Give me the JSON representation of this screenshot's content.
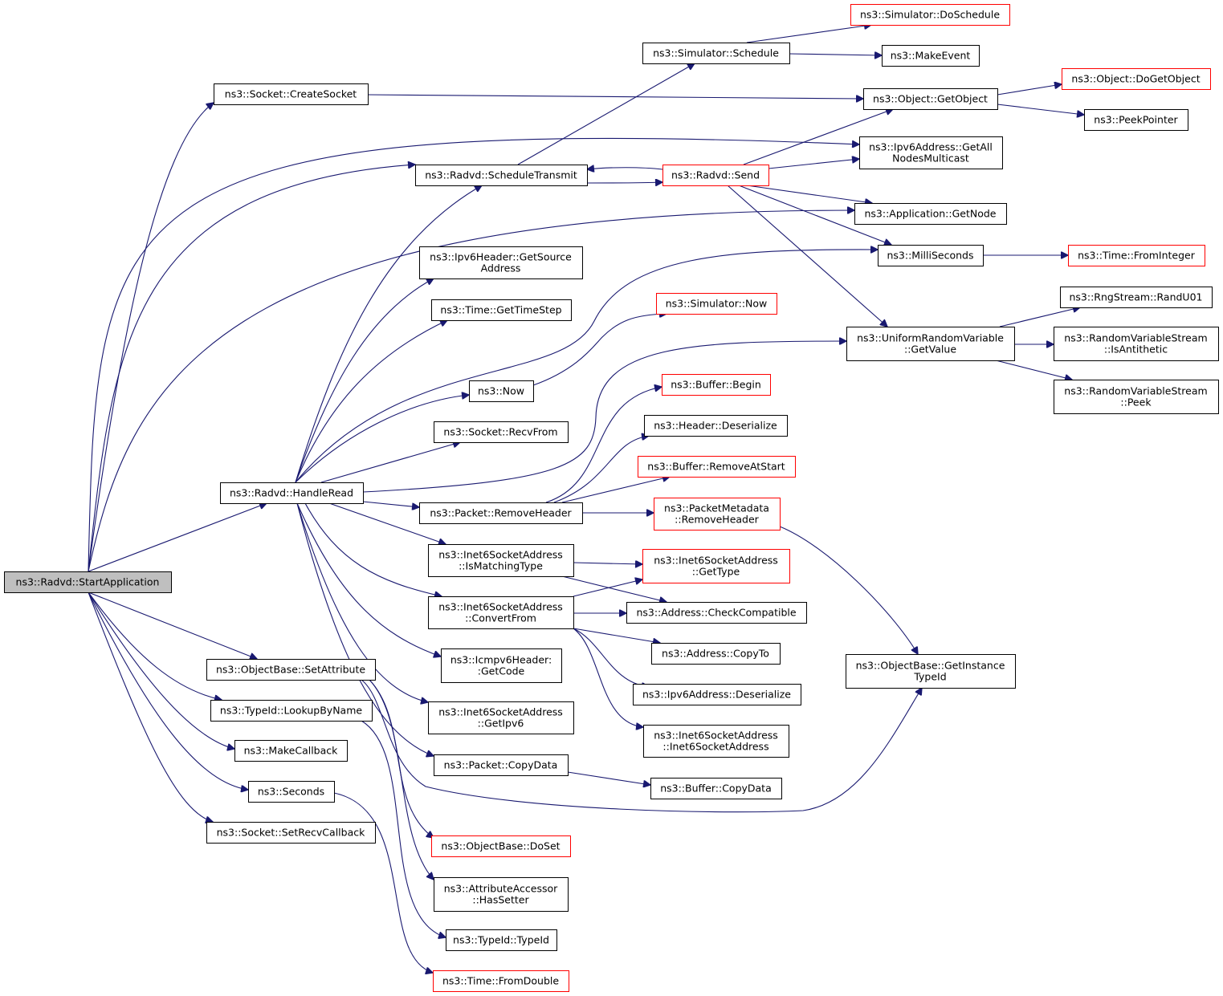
{
  "diagram": {
    "type": "call-graph",
    "edge_color": "#191970",
    "truncated_border_color": "#ff0000",
    "root_fill": "#bfbfbf",
    "nodes": [
      {
        "id": "root",
        "lines": [
          "ns3::Radvd::StartApplication"
        ],
        "kind": "root"
      },
      {
        "id": "createsocket",
        "lines": [
          "ns3::Socket::CreateSocket"
        ],
        "kind": "normal"
      },
      {
        "id": "scheduletransmit",
        "lines": [
          "ns3::Radvd::ScheduleTransmit"
        ],
        "kind": "normal"
      },
      {
        "id": "handleread",
        "lines": [
          "ns3::Radvd::HandleRead"
        ],
        "kind": "normal"
      },
      {
        "id": "setattribute",
        "lines": [
          "ns3::ObjectBase::SetAttribute"
        ],
        "kind": "normal"
      },
      {
        "id": "lookupbyname",
        "lines": [
          "ns3::TypeId::LookupByName"
        ],
        "kind": "normal"
      },
      {
        "id": "makecallback",
        "lines": [
          "ns3::MakeCallback"
        ],
        "kind": "normal"
      },
      {
        "id": "seconds",
        "lines": [
          "ns3::Seconds"
        ],
        "kind": "normal"
      },
      {
        "id": "setrecvcallback",
        "lines": [
          "ns3::Socket::SetRecvCallback"
        ],
        "kind": "normal"
      },
      {
        "id": "schedule",
        "lines": [
          "ns3::Simulator::Schedule"
        ],
        "kind": "normal"
      },
      {
        "id": "doschedule",
        "lines": [
          "ns3::Simulator::DoSchedule"
        ],
        "kind": "truncated"
      },
      {
        "id": "makeevent",
        "lines": [
          "ns3::MakeEvent"
        ],
        "kind": "normal"
      },
      {
        "id": "getobject",
        "lines": [
          "ns3::Object::GetObject"
        ],
        "kind": "normal"
      },
      {
        "id": "dogetobject",
        "lines": [
          "ns3::Object::DoGetObject"
        ],
        "kind": "truncated"
      },
      {
        "id": "peekpointer",
        "lines": [
          "ns3::PeekPointer"
        ],
        "kind": "normal"
      },
      {
        "id": "getallnodes",
        "lines": [
          "ns3::Ipv6Address::GetAll",
          "NodesMulticast"
        ],
        "kind": "normal"
      },
      {
        "id": "send",
        "lines": [
          "ns3::Radvd::Send"
        ],
        "kind": "truncated"
      },
      {
        "id": "getnode",
        "lines": [
          "ns3::Application::GetNode"
        ],
        "kind": "normal"
      },
      {
        "id": "milliseconds",
        "lines": [
          "ns3::MilliSeconds"
        ],
        "kind": "normal"
      },
      {
        "id": "frominteger",
        "lines": [
          "ns3::Time::FromInteger"
        ],
        "kind": "truncated"
      },
      {
        "id": "getsourceaddr",
        "lines": [
          "ns3::Ipv6Header::GetSource",
          "Address"
        ],
        "kind": "normal"
      },
      {
        "id": "gettimestep",
        "lines": [
          "ns3::Time::GetTimeStep"
        ],
        "kind": "normal"
      },
      {
        "id": "simnow",
        "lines": [
          "ns3::Simulator::Now"
        ],
        "kind": "truncated"
      },
      {
        "id": "randu01",
        "lines": [
          "ns3::RngStream::RandU01"
        ],
        "kind": "normal"
      },
      {
        "id": "getvalue",
        "lines": [
          "ns3::UniformRandomVariable",
          "::GetValue"
        ],
        "kind": "normal"
      },
      {
        "id": "isantithetic",
        "lines": [
          "ns3::RandomVariableStream",
          "::IsAntithetic"
        ],
        "kind": "normal"
      },
      {
        "id": "now",
        "lines": [
          "ns3::Now"
        ],
        "kind": "normal"
      },
      {
        "id": "peek",
        "lines": [
          "ns3::RandomVariableStream",
          "::Peek"
        ],
        "kind": "normal"
      },
      {
        "id": "bufbegin",
        "lines": [
          "ns3::Buffer::Begin"
        ],
        "kind": "truncated"
      },
      {
        "id": "recvfrom",
        "lines": [
          "ns3::Socket::RecvFrom"
        ],
        "kind": "normal"
      },
      {
        "id": "hdrdeserialize",
        "lines": [
          "ns3::Header::Deserialize"
        ],
        "kind": "normal"
      },
      {
        "id": "removeatstart",
        "lines": [
          "ns3::Buffer::RemoveAtStart"
        ],
        "kind": "truncated"
      },
      {
        "id": "removeheader",
        "lines": [
          "ns3::Packet::RemoveHeader"
        ],
        "kind": "normal"
      },
      {
        "id": "pmremoveheader",
        "lines": [
          "ns3::PacketMetadata",
          "::RemoveHeader"
        ],
        "kind": "truncated"
      },
      {
        "id": "ismatchingtype",
        "lines": [
          "ns3::Inet6SocketAddress",
          "::IsMatchingType"
        ],
        "kind": "normal"
      },
      {
        "id": "gettype",
        "lines": [
          "ns3::Inet6SocketAddress",
          "::GetType"
        ],
        "kind": "truncated"
      },
      {
        "id": "convertfrom",
        "lines": [
          "ns3::Inet6SocketAddress",
          "::ConvertFrom"
        ],
        "kind": "normal"
      },
      {
        "id": "checkcompat",
        "lines": [
          "ns3::Address::CheckCompatible"
        ],
        "kind": "normal"
      },
      {
        "id": "copyto",
        "lines": [
          "ns3::Address::CopyTo"
        ],
        "kind": "normal"
      },
      {
        "id": "getcode",
        "lines": [
          "ns3::Icmpv6Header:",
          ":GetCode"
        ],
        "kind": "normal"
      },
      {
        "id": "getinstancetypeid",
        "lines": [
          "ns3::ObjectBase::GetInstance",
          "TypeId"
        ],
        "kind": "normal"
      },
      {
        "id": "ipv6deserialize",
        "lines": [
          "ns3::Ipv6Address::Deserialize"
        ],
        "kind": "normal"
      },
      {
        "id": "getipv6",
        "lines": [
          "ns3::Inet6SocketAddress",
          "::GetIpv6"
        ],
        "kind": "normal"
      },
      {
        "id": "inet6ctor",
        "lines": [
          "ns3::Inet6SocketAddress",
          "::Inet6SocketAddress"
        ],
        "kind": "normal"
      },
      {
        "id": "pktcopydata",
        "lines": [
          "ns3::Packet::CopyData"
        ],
        "kind": "normal"
      },
      {
        "id": "bufcopydata",
        "lines": [
          "ns3::Buffer::CopyData"
        ],
        "kind": "normal"
      },
      {
        "id": "doset",
        "lines": [
          "ns3::ObjectBase::DoSet"
        ],
        "kind": "truncated"
      },
      {
        "id": "hassetter",
        "lines": [
          "ns3::AttributeAccessor",
          "::HasSetter"
        ],
        "kind": "normal"
      },
      {
        "id": "typeid",
        "lines": [
          "ns3::TypeId::TypeId"
        ],
        "kind": "normal"
      },
      {
        "id": "fromdouble",
        "lines": [
          "ns3::Time::FromDouble"
        ],
        "kind": "truncated"
      }
    ]
  }
}
